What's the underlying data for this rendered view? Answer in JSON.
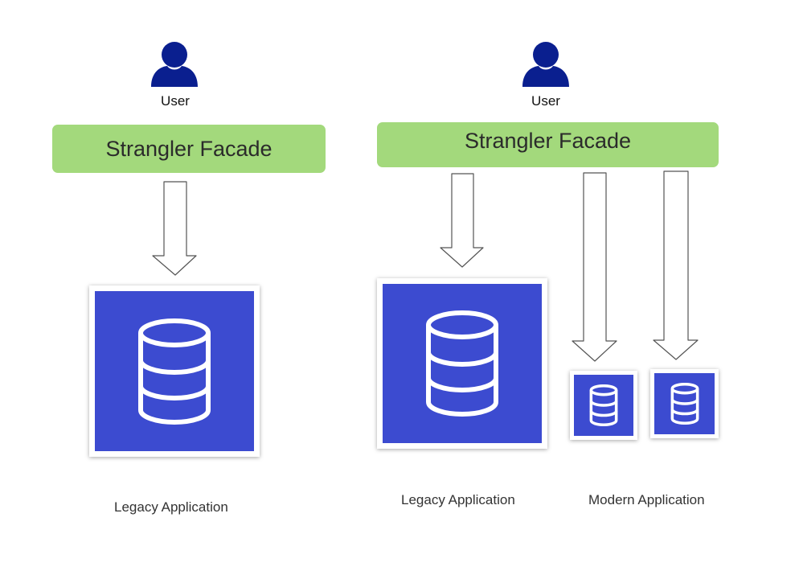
{
  "colors": {
    "facade": "#a3d97c",
    "db_box": "#3c4bd0",
    "user_icon": "#0a1f8f",
    "arrow_stroke": "#555555"
  },
  "left": {
    "user_label": "User",
    "facade_label": "Strangler Facade",
    "legacy_label": "Legacy Application"
  },
  "right": {
    "user_label": "User",
    "facade_label": "Strangler Facade",
    "legacy_label": "Legacy Application",
    "modern_label": "Modern Application"
  },
  "icons": [
    "user-icon",
    "database-icon",
    "down-arrow-icon"
  ]
}
